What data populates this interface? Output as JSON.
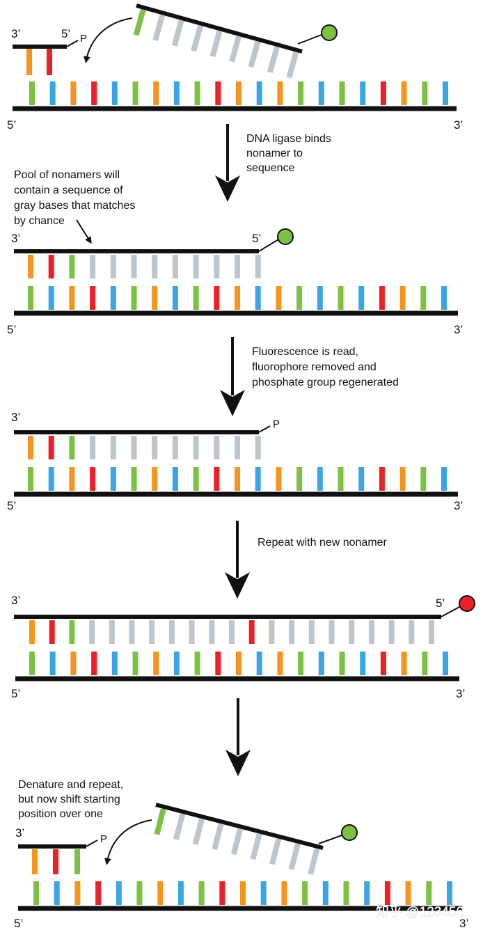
{
  "colors": {
    "green": "#7dc142",
    "blue": "#3aa5e4",
    "orange": "#f7941e",
    "red": "#ec2127",
    "gray": "#bcc6cc",
    "strand": "#111111",
    "fluor_green": "#7dc142",
    "fluor_red": "#ec2127"
  },
  "labels": {
    "three_prime": "3’",
    "five_prime": "5’",
    "phosphate": "P"
  },
  "template_sequence": [
    "green",
    "blue",
    "orange",
    "red",
    "blue",
    "green",
    "orange",
    "blue",
    "green",
    "red",
    "orange",
    "blue",
    "orange",
    "green",
    "blue",
    "green",
    "blue",
    "red",
    "orange",
    "green",
    "blue"
  ],
  "steps": {
    "step1_text": [
      "DNA ligase binds",
      "nonamer to",
      "sequence"
    ],
    "step2_text": [
      "Fluorescence is read,",
      "fluorophore removed and",
      "phosphate group regenerated"
    ],
    "step3_text": [
      "Repeat with new nonamer"
    ]
  },
  "notes": {
    "pool_note": [
      "Pool of nonamers will",
      "contain a sequence of",
      "gray bases that matches",
      "by chance"
    ],
    "shift_note": [
      "Denature and repeat,",
      "but now shift starting",
      "position over one"
    ]
  },
  "watermark": "知乎 @123456"
}
